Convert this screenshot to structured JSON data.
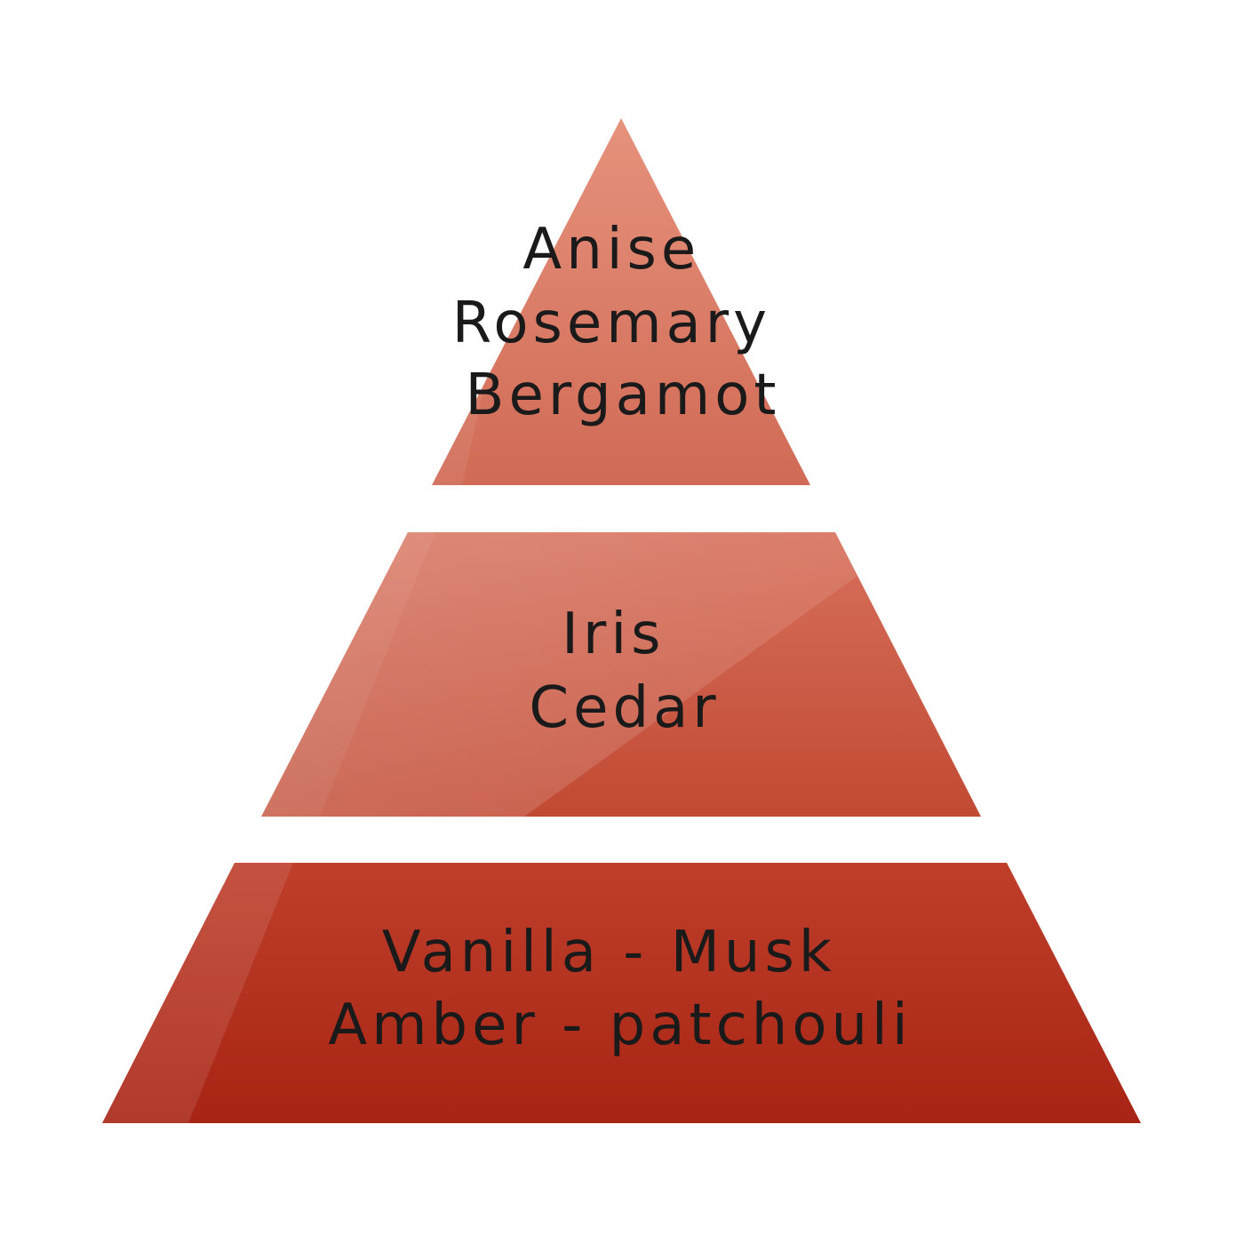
{
  "colors": {
    "top_tier": "#d9735f",
    "middle_tier": "#c9533d",
    "base_tier": "#b32f1e",
    "text": "#1a1a1a"
  },
  "pyramid": {
    "top_notes": [
      "Anise",
      "Rosemary",
      "Bergamot"
    ],
    "heart_notes": [
      "Iris",
      "Cedar"
    ],
    "base_notes": [
      "Vanilla - Musk",
      "Amber - patchouli"
    ]
  }
}
